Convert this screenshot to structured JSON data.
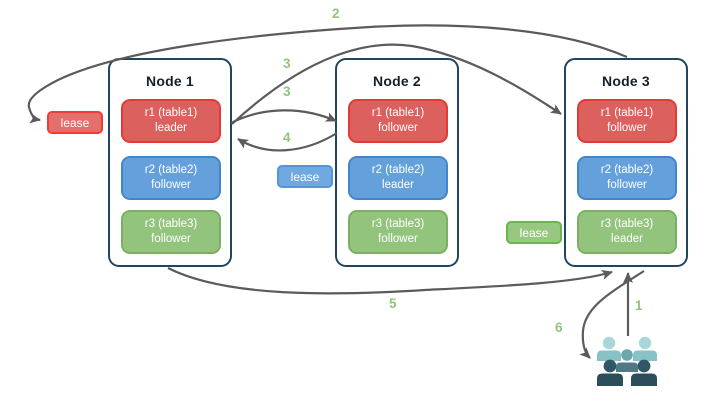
{
  "diagram": {
    "nodes": [
      {
        "title": "Node 1",
        "replicas": [
          {
            "label": "r1 (table1)",
            "role": "leader",
            "color": "#DB605E"
          },
          {
            "label": "r2 (table2)",
            "role": "follower",
            "color": "#64A1DC"
          },
          {
            "label": "r3 (table3)",
            "role": "follower",
            "color": "#93C47D"
          }
        ]
      },
      {
        "title": "Node 2",
        "replicas": [
          {
            "label": "r1 (table1)",
            "role": "follower",
            "color": "#DB605E"
          },
          {
            "label": "r2 (table2)",
            "role": "leader",
            "color": "#64A1DC"
          },
          {
            "label": "r3 (table3)",
            "role": "follower",
            "color": "#93C47D"
          }
        ]
      },
      {
        "title": "Node 3",
        "replicas": [
          {
            "label": "r1 (table1)",
            "role": "follower",
            "color": "#DB605E"
          },
          {
            "label": "r2 (table2)",
            "role": "follower",
            "color": "#64A1DC"
          },
          {
            "label": "r3 (table3)",
            "role": "leader",
            "color": "#93C47D"
          }
        ]
      }
    ],
    "leases": [
      {
        "label": "lease",
        "for": "r1",
        "color": "#E4706E"
      },
      {
        "label": "lease",
        "for": "r2",
        "color": "#6FA9DE"
      },
      {
        "label": "lease",
        "for": "r3",
        "color": "#97C87F"
      }
    ],
    "arrows": [
      {
        "label": "1",
        "from": "clients",
        "to": "Node 3"
      },
      {
        "label": "2",
        "from": "Node 3",
        "to": "r1 lease (Node 1 leader)"
      },
      {
        "label": "3",
        "from": "Node 1 r1 leader",
        "to": "Node 3 r1 follower"
      },
      {
        "label": "3",
        "from": "Node 1 r1 leader",
        "to": "Node 2 r1 follower"
      },
      {
        "label": "4",
        "from": "Node 2 r1 follower",
        "to": "Node 1 r1 leader"
      },
      {
        "label": "5",
        "from": "Node 1",
        "to": "Node 3"
      },
      {
        "label": "6",
        "from": "Node 3",
        "to": "clients"
      }
    ],
    "icons": {
      "clients": "users-icon"
    },
    "colors": {
      "node_border": "#23445D",
      "arrow": "#5B5B5B",
      "step_label": "#93C47D",
      "red_fill": "#DB605E",
      "red_border": "#E23A34",
      "blue_fill": "#64A1DC",
      "blue_border": "#4385C9",
      "green_fill": "#93C47D",
      "green_border": "#7CAF63",
      "users_light": "#A9D7D9",
      "users_mid": "#6CA8AD",
      "users_dark": "#2F5360"
    }
  }
}
